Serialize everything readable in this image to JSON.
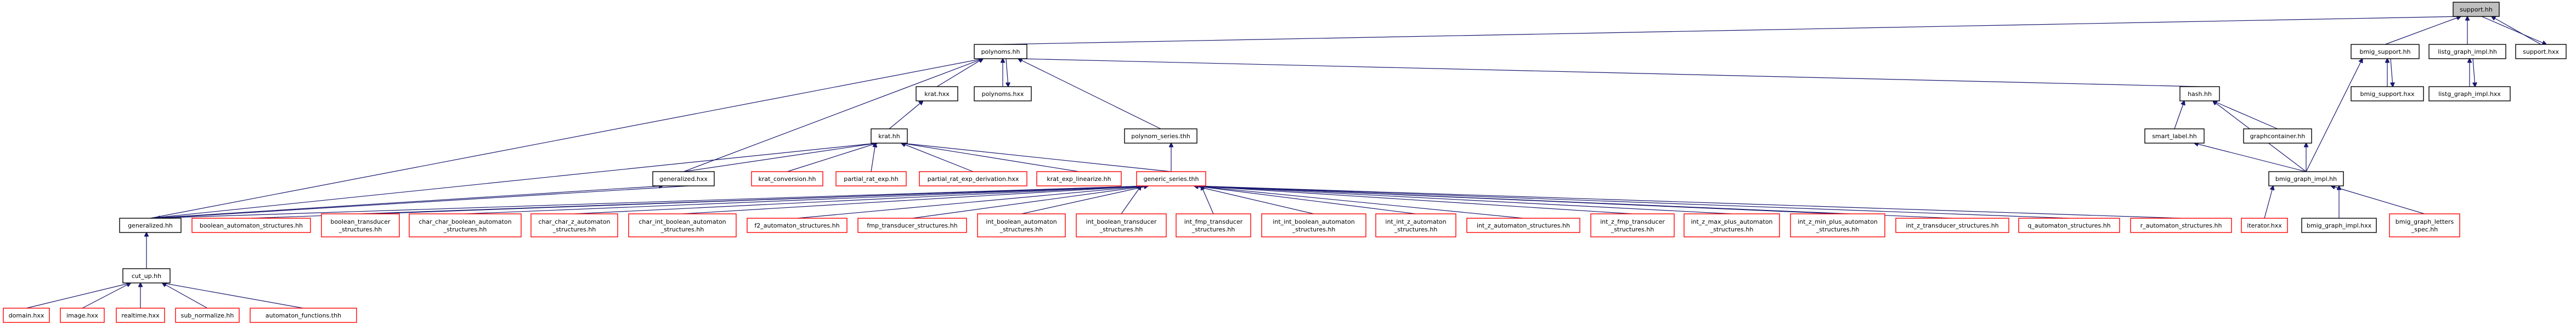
{
  "colors": {
    "edge": "#191970",
    "root_fill": "#bfbfbf",
    "red_border": "#ff0000",
    "black_border": "#000000"
  },
  "nodes": [
    {
      "id": "support_hh",
      "lines": [
        "support.hh"
      ],
      "style": "root"
    },
    {
      "id": "polynoms_hh",
      "lines": [
        "polynoms.hh"
      ],
      "style": "black"
    },
    {
      "id": "bmig_support_hh",
      "lines": [
        "bmig_support.hh"
      ],
      "style": "black"
    },
    {
      "id": "listg_graph_impl_hh",
      "lines": [
        "listg_graph_impl.hh"
      ],
      "style": "black"
    },
    {
      "id": "support_hxx",
      "lines": [
        "support.hxx"
      ],
      "style": "black"
    },
    {
      "id": "bmig_support_hxx",
      "lines": [
        "bmig_support.hxx"
      ],
      "style": "black"
    },
    {
      "id": "listg_graph_impl_hxx",
      "lines": [
        "listg_graph_impl.hxx"
      ],
      "style": "black"
    },
    {
      "id": "krat_hxx",
      "lines": [
        "krat.hxx"
      ],
      "style": "black"
    },
    {
      "id": "polynoms_hxx",
      "lines": [
        "polynoms.hxx"
      ],
      "style": "black"
    },
    {
      "id": "hash_hh",
      "lines": [
        "hash.hh"
      ],
      "style": "black"
    },
    {
      "id": "krat_hh",
      "lines": [
        "krat.hh"
      ],
      "style": "black"
    },
    {
      "id": "polynom_series_thh",
      "lines": [
        "polynom_series.thh"
      ],
      "style": "black"
    },
    {
      "id": "smart_label_hh",
      "lines": [
        "smart_label.hh"
      ],
      "style": "black"
    },
    {
      "id": "graphcontainer_hh",
      "lines": [
        "graphcontainer.hh"
      ],
      "style": "black"
    },
    {
      "id": "generalized_hxx",
      "lines": [
        "generalized.hxx"
      ],
      "style": "black"
    },
    {
      "id": "krat_conversion_hh",
      "lines": [
        "krat_conversion.hh"
      ],
      "style": "red"
    },
    {
      "id": "partial_rat_exp_hh",
      "lines": [
        "partial_rat_exp.hh"
      ],
      "style": "red"
    },
    {
      "id": "partial_rat_exp_derivation_hxx",
      "lines": [
        "partial_rat_exp_derivation.hxx"
      ],
      "style": "red"
    },
    {
      "id": "krat_exp_linearize_hh",
      "lines": [
        "krat_exp_linearize.hh"
      ],
      "style": "red"
    },
    {
      "id": "generic_series_thh",
      "lines": [
        "generic_series.thh"
      ],
      "style": "red"
    },
    {
      "id": "bmig_graph_impl_hh",
      "lines": [
        "bmig_graph_impl.hh"
      ],
      "style": "black"
    },
    {
      "id": "generalized_hh",
      "lines": [
        "generalized.hh"
      ],
      "style": "black"
    },
    {
      "id": "boolean_automaton_structures_hh",
      "lines": [
        "boolean_automaton_structures.hh"
      ],
      "style": "red"
    },
    {
      "id": "boolean_transducer_structures_hh",
      "lines": [
        "boolean_transducer",
        "_structures.hh"
      ],
      "style": "red"
    },
    {
      "id": "char_char_boolean_automaton_structures_hh",
      "lines": [
        "char_char_boolean_automaton",
        "_structures.hh"
      ],
      "style": "red"
    },
    {
      "id": "char_char_z_automaton_structures_hh",
      "lines": [
        "char_char_z_automaton",
        "_structures.hh"
      ],
      "style": "red"
    },
    {
      "id": "char_int_boolean_automaton_structures_hh",
      "lines": [
        "char_int_boolean_automaton",
        "_structures.hh"
      ],
      "style": "red"
    },
    {
      "id": "f2_automaton_structures_hh",
      "lines": [
        "f2_automaton_structures.hh"
      ],
      "style": "red"
    },
    {
      "id": "fmp_transducer_structures_hh",
      "lines": [
        "fmp_transducer_structures.hh"
      ],
      "style": "red"
    },
    {
      "id": "int_boolean_automaton_structures_hh",
      "lines": [
        "int_boolean_automaton",
        "_structures.hh"
      ],
      "style": "red"
    },
    {
      "id": "int_boolean_transducer_structures_hh",
      "lines": [
        "int_boolean_transducer",
        "_structures.hh"
      ],
      "style": "red"
    },
    {
      "id": "int_fmp_transducer_structures_hh",
      "lines": [
        "int_fmp_transducer",
        "_structures.hh"
      ],
      "style": "red"
    },
    {
      "id": "int_int_boolean_automaton_structures_hh",
      "lines": [
        "int_int_boolean_automaton",
        "_structures.hh"
      ],
      "style": "red"
    },
    {
      "id": "int_int_z_automaton_structures_hh",
      "lines": [
        "int_int_z_automaton",
        "_structures.hh"
      ],
      "style": "red"
    },
    {
      "id": "int_z_automaton_structures_hh",
      "lines": [
        "int_z_automaton_structures.hh"
      ],
      "style": "red"
    },
    {
      "id": "int_z_fmp_transducer_structures_hh",
      "lines": [
        "int_z_fmp_transducer",
        "_structures.hh"
      ],
      "style": "red"
    },
    {
      "id": "int_z_max_plus_automaton_structures_hh",
      "lines": [
        "int_z_max_plus_automaton",
        "_structures.hh"
      ],
      "style": "red"
    },
    {
      "id": "int_z_min_plus_automaton_structures_hh",
      "lines": [
        "int_z_min_plus_automaton",
        "_structures.hh"
      ],
      "style": "red"
    },
    {
      "id": "int_z_transducer_structures_hh",
      "lines": [
        "int_z_transducer_structures.hh"
      ],
      "style": "red"
    },
    {
      "id": "q_automaton_structures_hh",
      "lines": [
        "q_automaton_structures.hh"
      ],
      "style": "red"
    },
    {
      "id": "r_automaton_structures_hh",
      "lines": [
        "r_automaton_structures.hh"
      ],
      "style": "red"
    },
    {
      "id": "iterator_hxx",
      "lines": [
        "iterator.hxx"
      ],
      "style": "red"
    },
    {
      "id": "bmig_graph_impl_hxx",
      "lines": [
        "bmig_graph_impl.hxx"
      ],
      "style": "black"
    },
    {
      "id": "bmig_graph_letters_spec_hh",
      "lines": [
        "bmig_graph_letters",
        "_spec.hh"
      ],
      "style": "red"
    },
    {
      "id": "cut_up_hh",
      "lines": [
        "cut_up.hh"
      ],
      "style": "black"
    },
    {
      "id": "domain_hxx",
      "lines": [
        "domain.hxx"
      ],
      "style": "red"
    },
    {
      "id": "image_hxx",
      "lines": [
        "image.hxx"
      ],
      "style": "red"
    },
    {
      "id": "realtime_hxx",
      "lines": [
        "realtime.hxx"
      ],
      "style": "red"
    },
    {
      "id": "sub_normalize_hh",
      "lines": [
        "sub_normalize.hh"
      ],
      "style": "red"
    },
    {
      "id": "automaton_functions_thh",
      "lines": [
        "automaton_functions.thh"
      ],
      "style": "red"
    }
  ]
}
